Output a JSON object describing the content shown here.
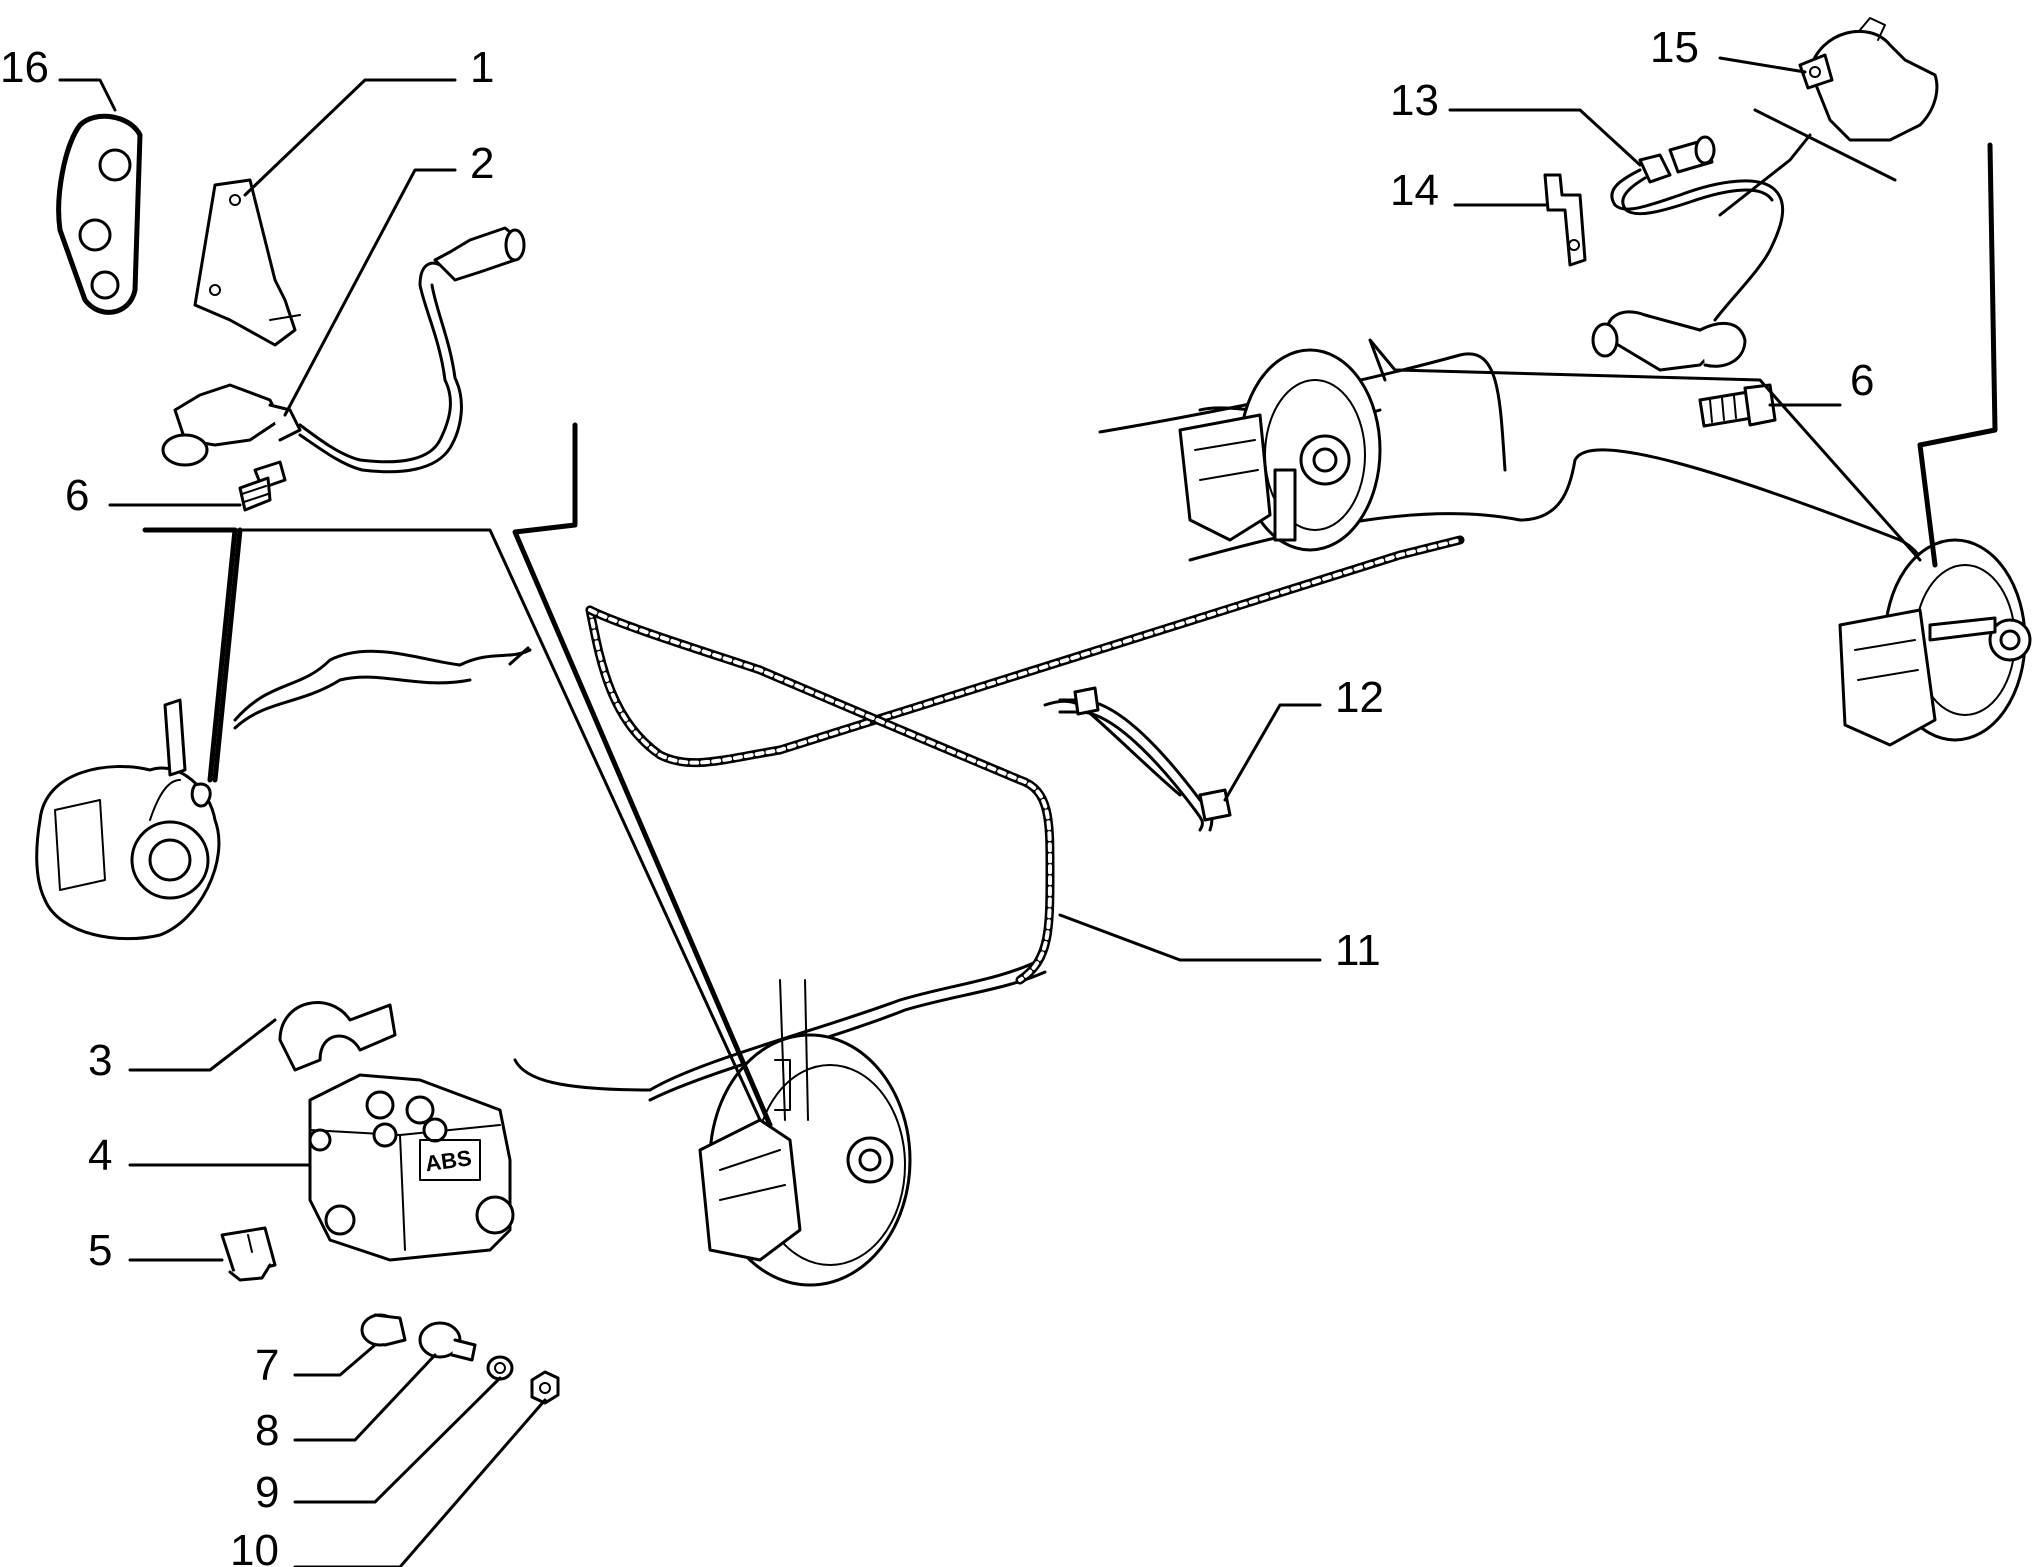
{
  "diagram": {
    "callouts": [
      "16",
      "1",
      "2",
      "6",
      "3",
      "4",
      "5",
      "7",
      "8",
      "9",
      "10",
      "11",
      "12",
      "13",
      "14",
      "15",
      "6"
    ],
    "abs_marking": "ABS"
  }
}
